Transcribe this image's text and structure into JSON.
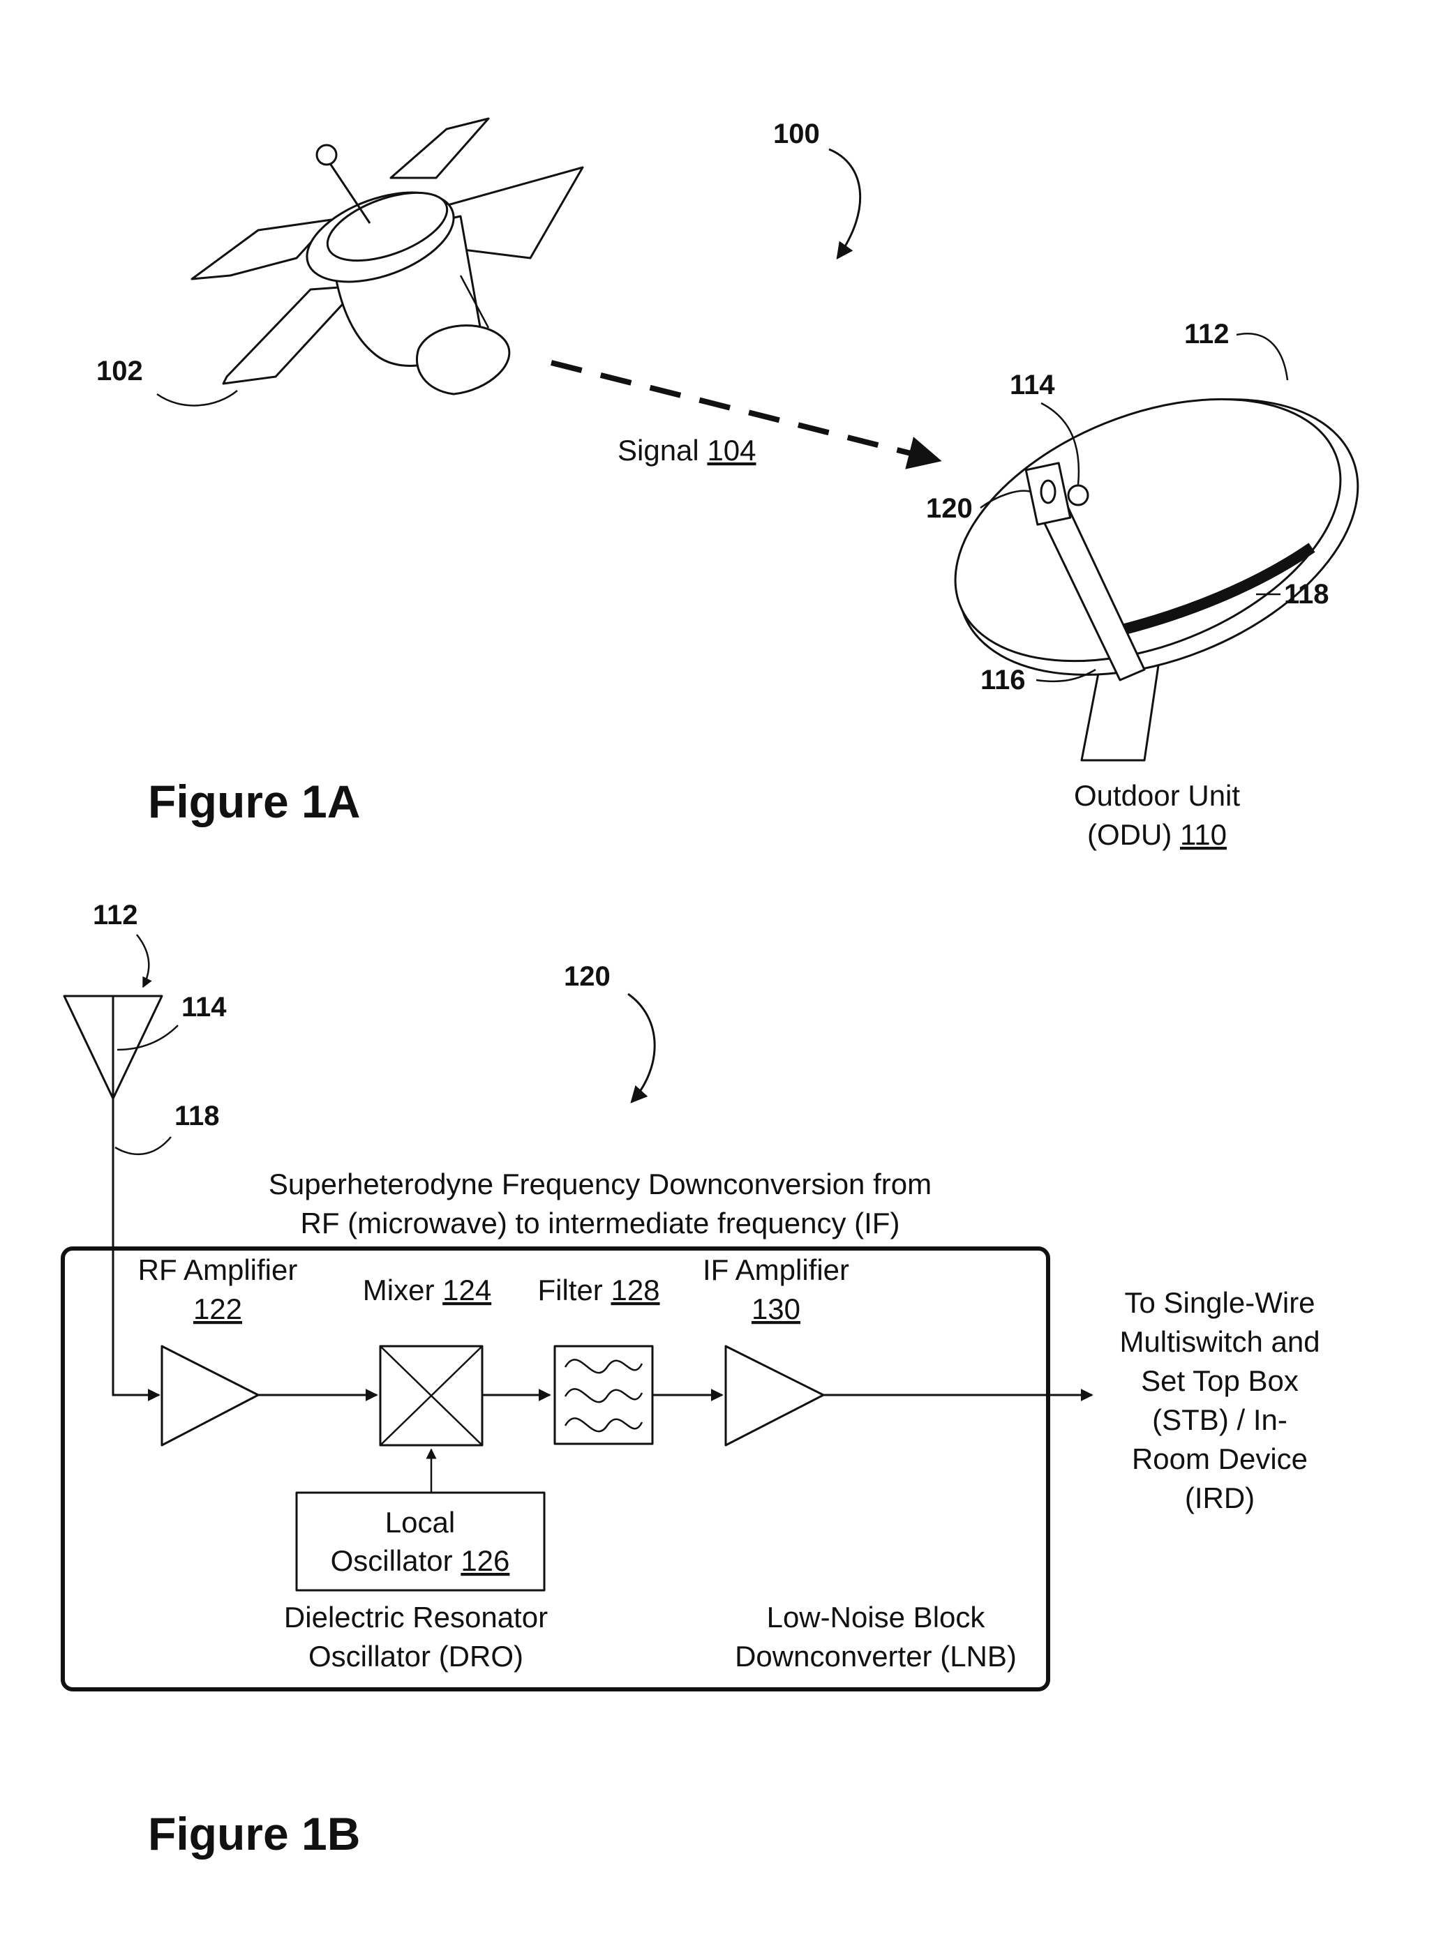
{
  "figure_1a": {
    "caption": "Figure 1A",
    "refs": {
      "system": "100",
      "satellite": "102",
      "dish": "112",
      "feed": "114",
      "lnb": "120",
      "arm": "116",
      "cable": "118"
    },
    "signal": {
      "text": "Signal",
      "number": "104"
    },
    "odu": {
      "line1": "Outdoor Unit",
      "line2_text": "(ODU)",
      "line2_number": "110"
    }
  },
  "figure_1b": {
    "caption": "Figure 1B",
    "refs": {
      "antenna": "112",
      "feed": "114",
      "cable": "118",
      "lnb": "120"
    },
    "header": {
      "line1": "Superheterodyne Frequency Downconversion from",
      "line2": "RF (microwave) to intermediate frequency (IF)"
    },
    "rf_amplifier": {
      "label": "RF Amplifier",
      "number": "122"
    },
    "mixer": {
      "label": "Mixer",
      "number": "124"
    },
    "filter": {
      "label": "Filter",
      "number": "128"
    },
    "if_amplifier": {
      "label": "IF Amplifier",
      "number": "130"
    },
    "local_oscillator": {
      "line1": "Local",
      "line2": "Oscillator",
      "number": "126"
    },
    "dro": {
      "line1": "Dielectric Resonator",
      "line2": "Oscillator (DRO)"
    },
    "lnb": {
      "line1": "Low-Noise Block",
      "line2": "Downconverter (LNB)"
    },
    "output": {
      "lines": [
        "To Single-Wire",
        "Multiswitch and",
        "Set Top Box",
        "(STB) / In-",
        "Room Device",
        "(IRD)"
      ]
    }
  }
}
